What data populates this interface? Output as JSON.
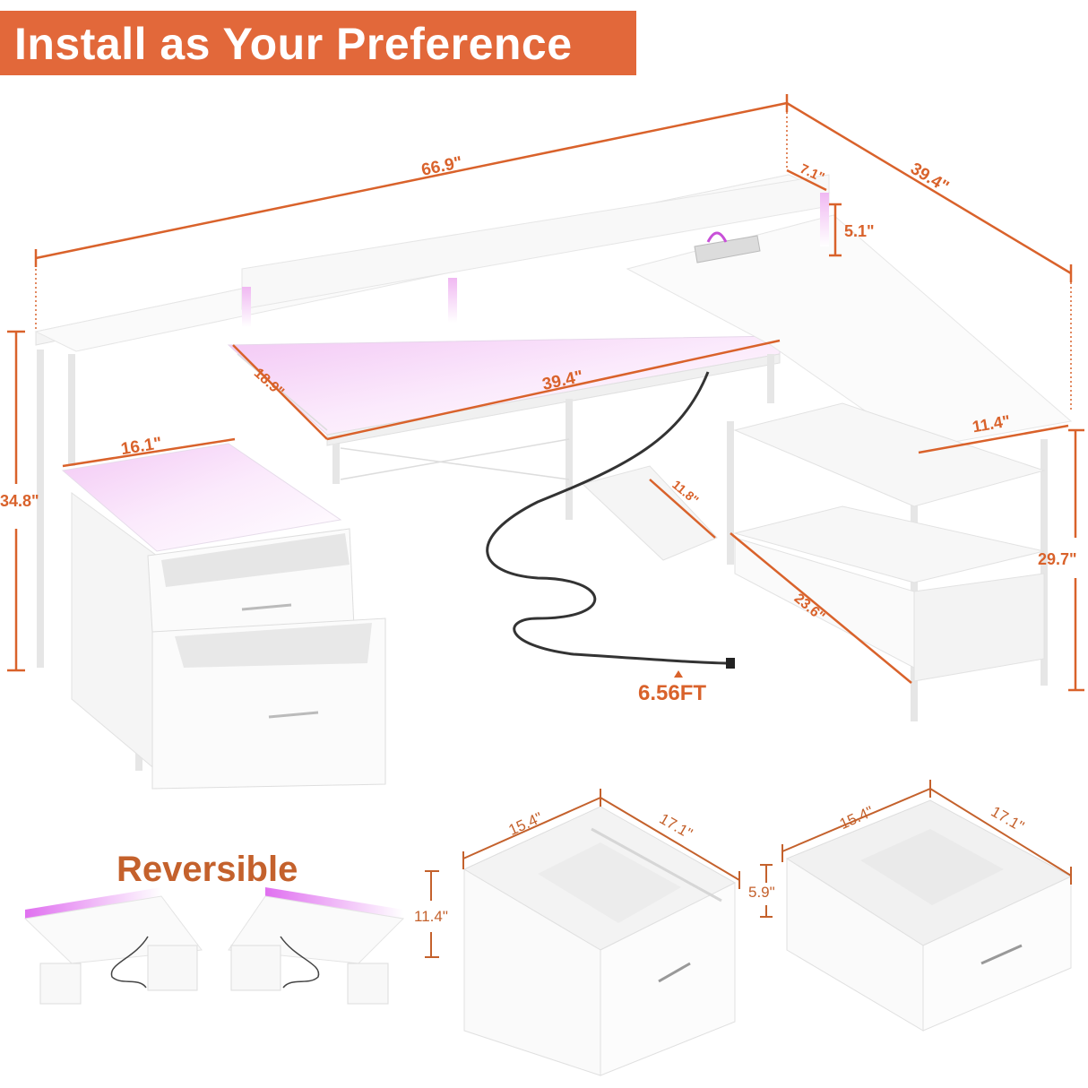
{
  "title": "Install as Your Preference",
  "accent_color": "#e2683a",
  "dimension_color": "#d9622b",
  "main_desk": {
    "total_width": "66.9\"",
    "return_length": "39.4\"",
    "monitor_stand_depth": "7.1\"",
    "monitor_stand_height": "5.1\"",
    "desktop_width": "39.4\"",
    "desktop_depth": "18.9\"",
    "cabinet_top_width": "16.1\"",
    "overall_height": "34.8\"",
    "shelf_width": "11.4\"",
    "shelf_height": "29.7\"",
    "shelf_length": "23.6\"",
    "keyboard_tray_depth": "11.8\"",
    "power_cord_length": "6.56FT"
  },
  "reversible": {
    "label": "Reversible",
    "variants": [
      "left-configuration",
      "right-configuration"
    ]
  },
  "drawers": [
    {
      "name": "large-file-drawer",
      "width": "15.4\"",
      "depth": "17.1\"",
      "height": "11.4\""
    },
    {
      "name": "small-drawer",
      "width": "15.4\"",
      "depth": "17.1\"",
      "height": "5.9\""
    }
  ]
}
